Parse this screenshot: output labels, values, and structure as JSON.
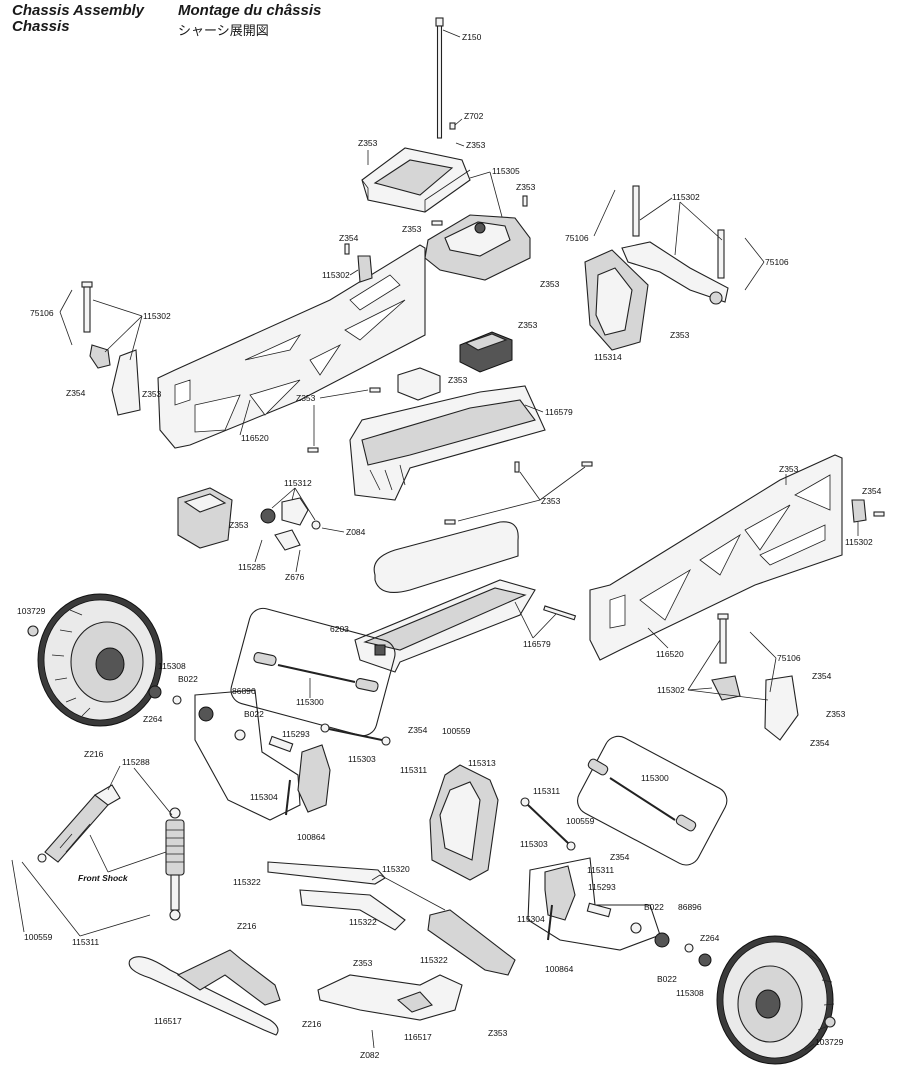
{
  "header": {
    "title_en_1": "Chassis Assembly",
    "title_en_2": "Chassis",
    "title_fr": "Montage du châssis",
    "title_jp": "シャーシ展開図"
  },
  "callouts": {
    "z150": "Z150",
    "z702": "Z702",
    "z353": "Z353",
    "z354": "Z354",
    "p115305": "115305",
    "p115302": "115302",
    "p75106": "75106",
    "p115314": "115314",
    "p116520": "116520",
    "p116579": "116579",
    "p115312": "115312",
    "z084": "Z084",
    "p115285": "115285",
    "z676": "Z676",
    "p103729": "103729",
    "p6203": "6203",
    "p115308": "115308",
    "b022": "B022",
    "z264": "Z264",
    "p86896": "86896",
    "p115300": "115300",
    "p115293": "115293",
    "p115303": "115303",
    "p115311": "115311",
    "p100559": "100559",
    "p115313": "115313",
    "p115304": "115304",
    "p100864": "100864",
    "z216": "Z216",
    "p115288": "115288",
    "front_shock": "Front Shock",
    "p115322": "115322",
    "p115320": "115320",
    "p116517": "116517",
    "z082": "Z082"
  }
}
